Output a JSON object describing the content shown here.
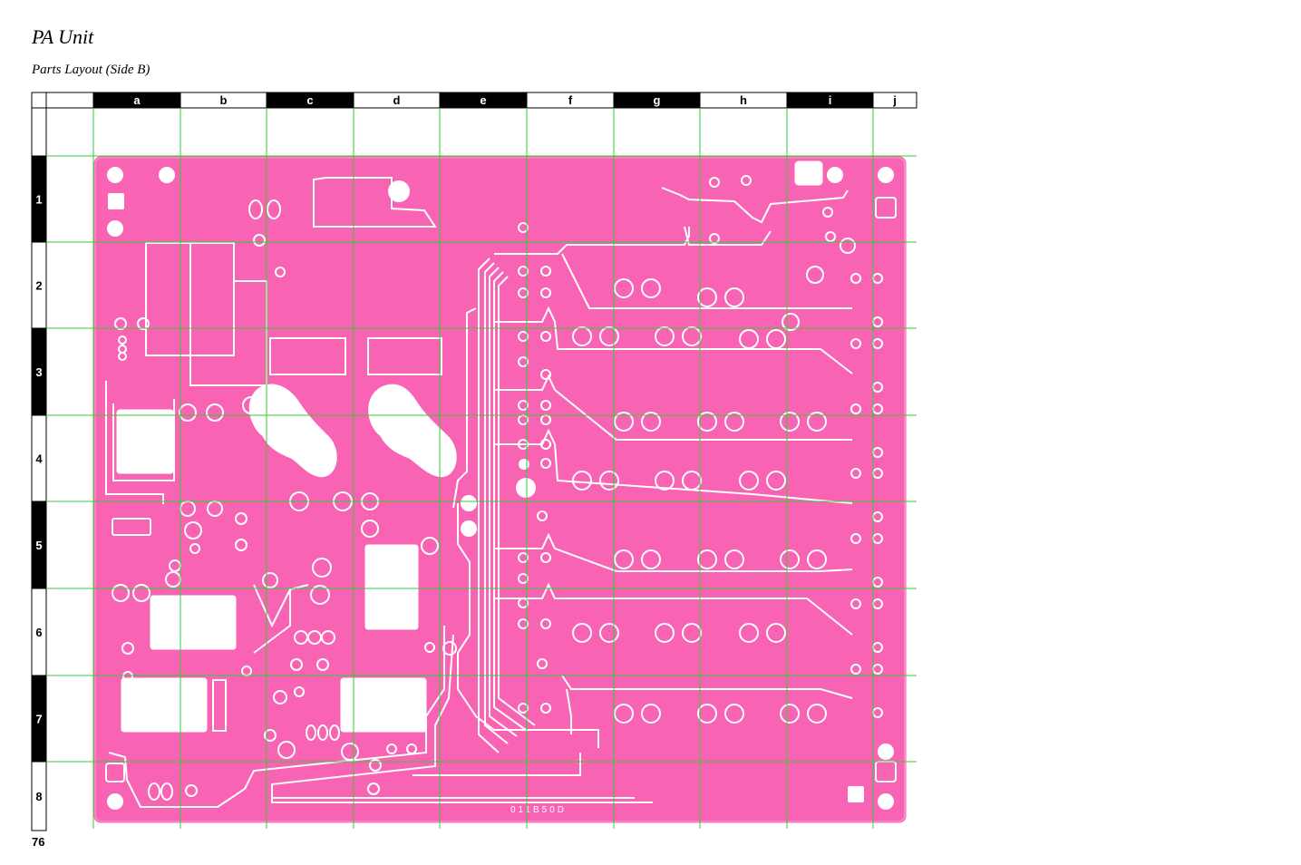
{
  "header": {
    "title": "PA Unit",
    "subtitle": "Parts Layout (Side B)"
  },
  "grid": {
    "columns": [
      "a",
      "b",
      "c",
      "d",
      "e",
      "f",
      "g",
      "h",
      "i",
      "j"
    ],
    "rows": [
      "1",
      "2",
      "3",
      "4",
      "5",
      "6",
      "7",
      "8"
    ]
  },
  "board": {
    "silkscreen_label": "011B50D"
  },
  "colors": {
    "board": "#f863b4",
    "grid_line": "#33cc33",
    "trace": "#ffffff",
    "ruler_dark": "#000000"
  },
  "footer": {
    "page_number": "76"
  }
}
